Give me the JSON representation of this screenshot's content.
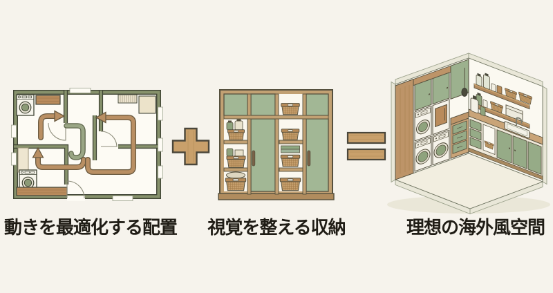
{
  "panels": [
    {
      "caption": "動きを最適化する配置"
    },
    {
      "caption": "視覚を整える収納"
    },
    {
      "caption": "理想の海外風空間"
    }
  ],
  "operators": {
    "plus": "+",
    "equals": "="
  },
  "palette": {
    "background": "#f6f3ec",
    "wall_olive": "#87926c",
    "flow_path_sage": "#9aa685",
    "flow_arrow_brown": "#b98f63",
    "wood": "#c2a173",
    "cabinet_green": "#a2b795",
    "wicker": "#c7a06e",
    "outline_dark": "#45483a",
    "caption_text": "#201d16"
  }
}
